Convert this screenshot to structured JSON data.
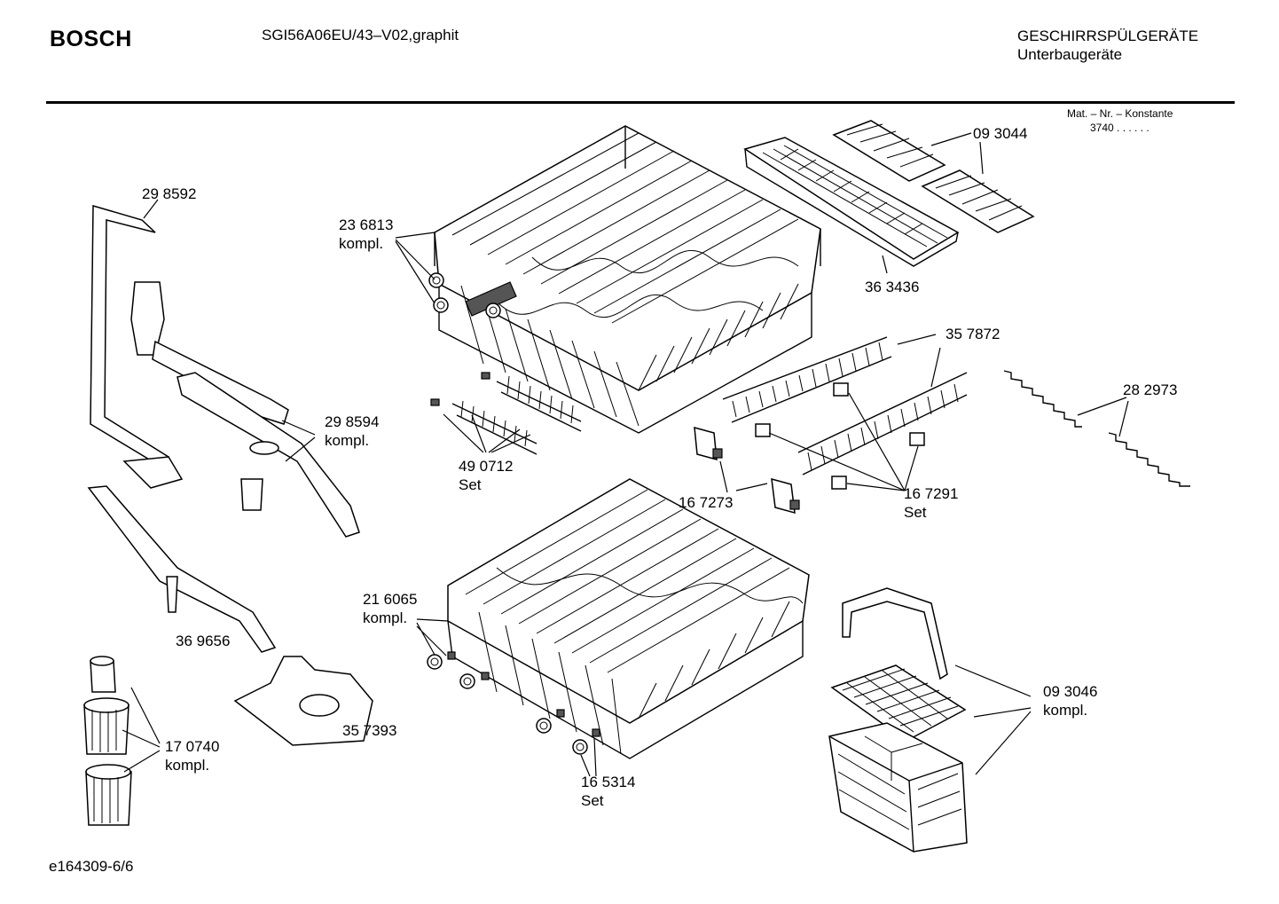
{
  "header": {
    "brand": "BOSCH",
    "model": "SGI56A06EU/43–V02,graphit",
    "category_line1": "GESCHIRRSPÜLGERÄTE",
    "category_line2": "Unterbaugeräte",
    "mat_line1": "Mat. – Nr. – Konstante",
    "mat_line2": "3740  .  .    .  .  .  ."
  },
  "footer": {
    "page_ref": "e164309-6/6"
  },
  "labels": {
    "p298592": {
      "number": "29 8592",
      "note": ""
    },
    "p236813": {
      "number": "23 6813",
      "note": "kompl."
    },
    "p093044": {
      "number": "09 3044",
      "note": ""
    },
    "p363436": {
      "number": "36 3436",
      "note": ""
    },
    "p357872": {
      "number": "35 7872",
      "note": ""
    },
    "p282973": {
      "number": "28 2973",
      "note": ""
    },
    "p298594": {
      "number": "29 8594",
      "note": "kompl."
    },
    "p490712": {
      "number": "49 0712",
      "note": "Set"
    },
    "p167273": {
      "number": "16 7273",
      "note": ""
    },
    "p167291": {
      "number": "16 7291",
      "note": "Set"
    },
    "p216065": {
      "number": "21 6065",
      "note": "kompl."
    },
    "p369656": {
      "number": "36 9656",
      "note": ""
    },
    "p357393": {
      "number": "35 7393",
      "note": ""
    },
    "p093046": {
      "number": "09 3046",
      "note": "kompl."
    },
    "p170740": {
      "number": "17 0740",
      "note": "kompl."
    },
    "p165314": {
      "number": "16 5314",
      "note": "Set"
    }
  }
}
